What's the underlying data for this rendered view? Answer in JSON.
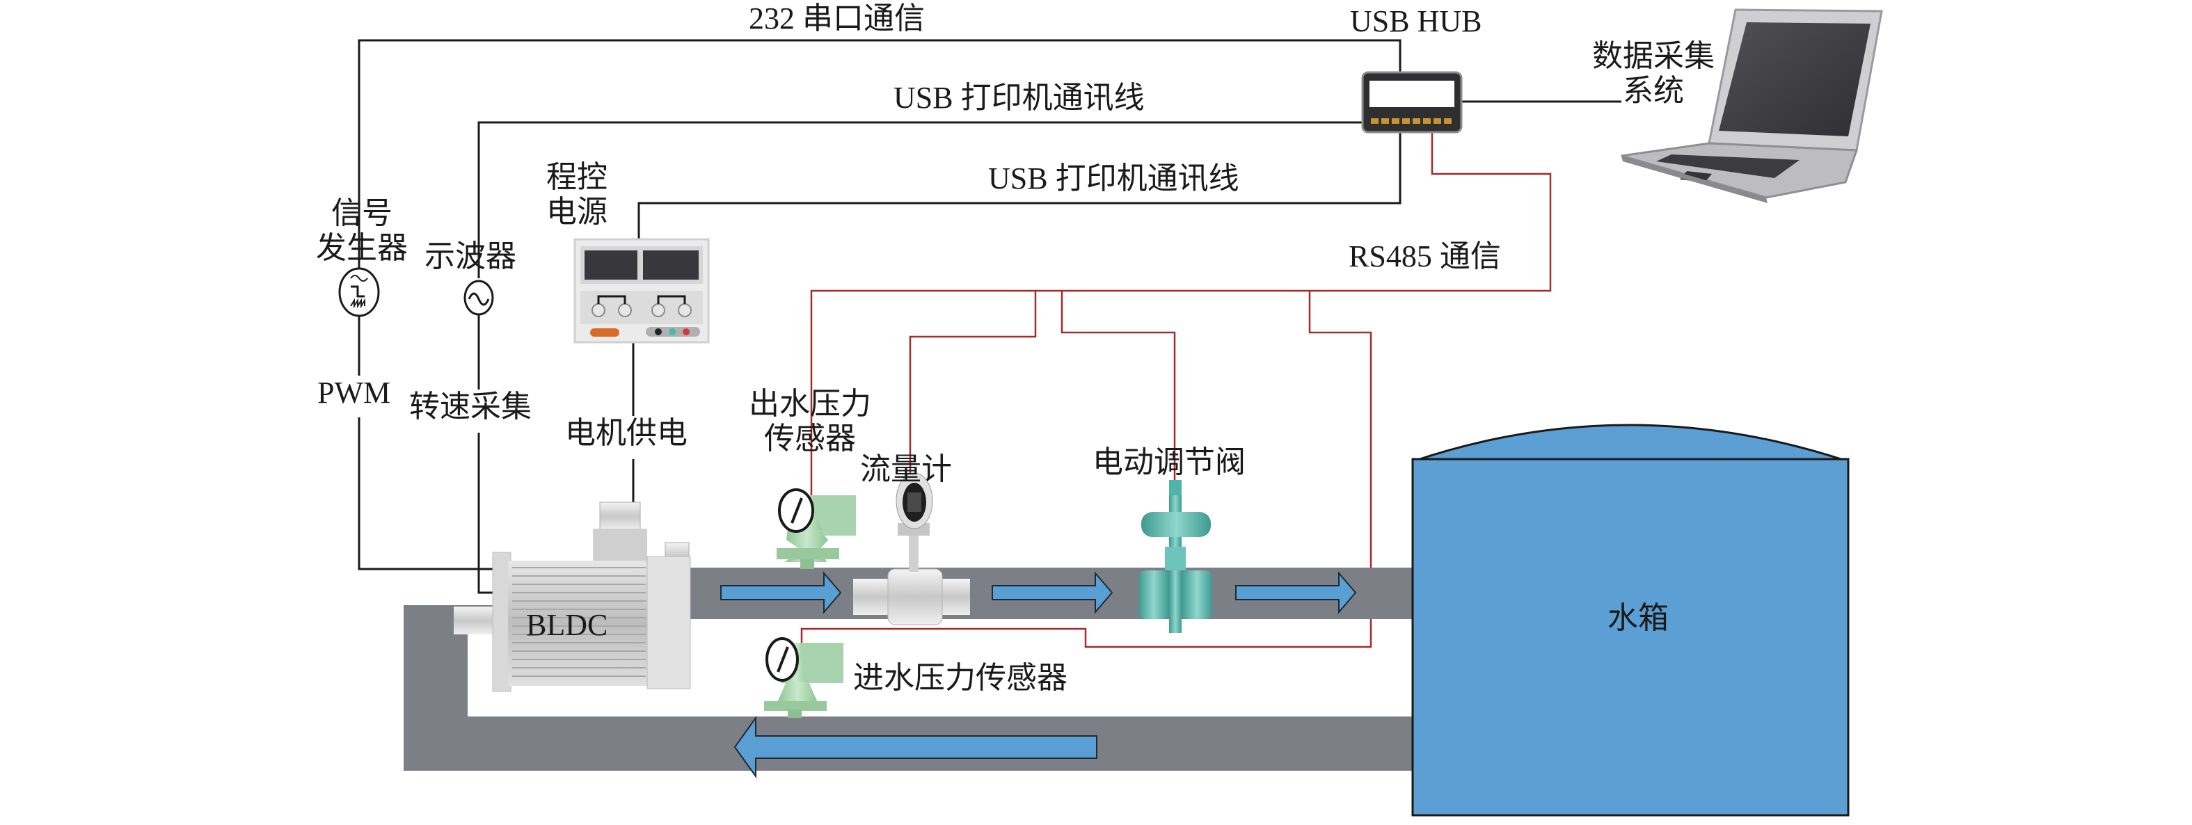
{
  "links": {
    "serial_232": "232 串口通信",
    "usb_printer_1": "USB 打印机通讯线",
    "usb_printer_2": "USB 打印机通讯线",
    "rs485": "RS485 通信",
    "pwm": "PWM",
    "speed_acq": "转速采集",
    "motor_power": "电机供电"
  },
  "devices": {
    "usb_hub": "USB HUB",
    "daq_line1": "数据采集",
    "daq_line2": "系统",
    "signal_gen_line1": "信号",
    "signal_gen_line2": "发生器",
    "oscilloscope": "示波器",
    "psu_line1": "程控",
    "psu_line2": "电源",
    "outlet_sensor_line1": "出水压力",
    "outlet_sensor_line2": "传感器",
    "flowmeter": "流量计",
    "valve": "电动调节阀",
    "inlet_sensor": "进水压力传感器",
    "motor": "BLDC",
    "tank": "水箱"
  },
  "colors": {
    "wire": "#1a1a1a",
    "rs485_wire": "#a52a2a",
    "pipe": "#7d7f86",
    "water": "#5a9fd4",
    "tank": "#5b9fd4",
    "sensor_green": "#a9d3ae",
    "valve_teal": "#4fb3a9"
  }
}
